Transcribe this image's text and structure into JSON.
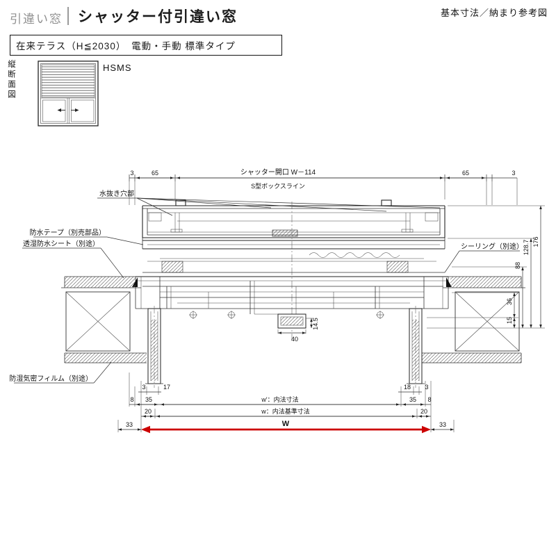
{
  "header": {
    "category": "引違い窓",
    "title": "シャッター付引違い窓",
    "corner_note": "基本寸法／納まり参考図",
    "subtitle": "在来テラス（H≦2030）　電動・手動 標準タイプ"
  },
  "section": {
    "label": "縦断面図",
    "code": "HSMS"
  },
  "callouts": {
    "drain": "水抜き穴部",
    "tape": "防水テープ（別売部品）",
    "sheet": "透湿防水シート（別途）",
    "sealing": "シーリング（別途）",
    "film": "防湿気密フィルム（別途）"
  },
  "dims": {
    "opening": "シャッター開口 W－114",
    "box_line": "S型ボックスライン",
    "t3l": "3",
    "t65l": "65",
    "t65r": "65",
    "t3r": "3",
    "v176": "176",
    "v1287": "128.7",
    "v88": "88",
    "v36": "36",
    "v15": "15",
    "d40": "40",
    "d145": "14.5",
    "b3l": "3",
    "b17": "17",
    "b18": "18",
    "b3r": "3",
    "b8l": "8",
    "b35l": "35",
    "bw_inner": "w'：内法寸法",
    "b35r": "35",
    "b8r": "8",
    "b20l": "20",
    "bw_base": "w：内法基準寸法",
    "b20r": "20",
    "b33l": "33",
    "bW": "W",
    "b33r": "33"
  },
  "colors": {
    "accent_red": "#cc0000"
  }
}
